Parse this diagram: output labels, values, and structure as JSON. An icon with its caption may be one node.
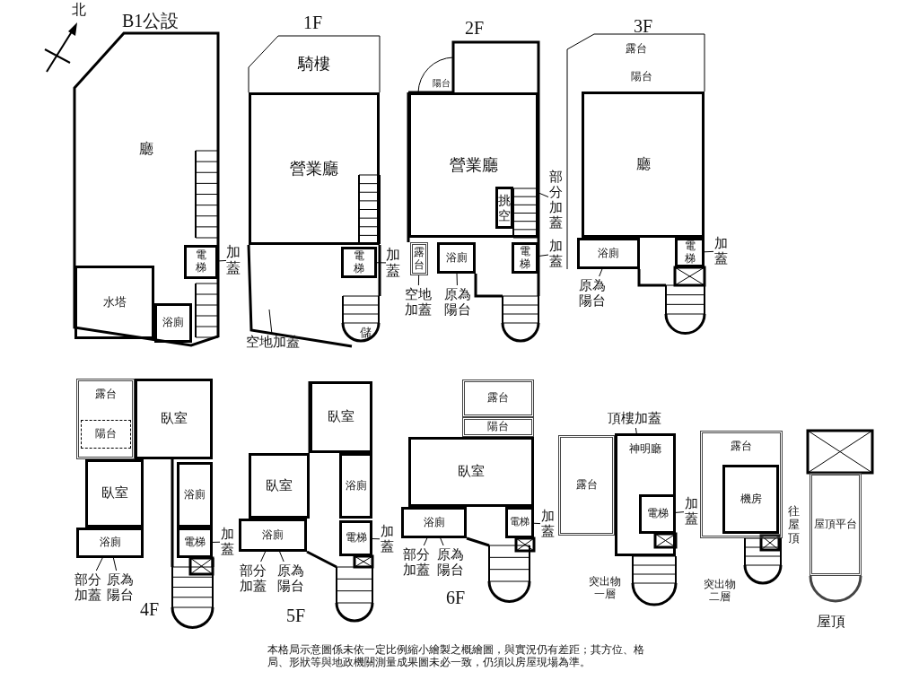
{
  "diagram": {
    "caption": "本格局示意圖係未依一定比例縮小繪製之概繪圖，與實況仍有差距；其方位、格局、形狀等與地政機關測量成果圖未必一致，仍須以房屋現場為準。",
    "nodes": [
      {
        "text": [
          "廳"
        ]
      },
      {
        "text": [
          "水塔"
        ]
      },
      {
        "text": [
          "電梯"
        ]
      },
      {
        "text": [
          "浴廁"
        ]
      },
      {
        "text": [
          "加蓋"
        ]
      },
      {
        "text": [
          "騎樓"
        ]
      },
      {
        "text": [
          "營業廳"
        ]
      },
      {
        "text": [
          "電梯"
        ]
      },
      {
        "text": [
          "儲"
        ]
      },
      {
        "text": [
          "加蓋"
        ]
      },
      {
        "text": [
          "空地加蓋"
        ]
      },
      {
        "text": [
          "陽台"
        ]
      },
      {
        "text": [
          "營業廳"
        ]
      },
      {
        "text": [
          "挑空"
        ],
        "in": 12
      },
      {
        "text": [
          "露台"
        ]
      },
      {
        "text": [
          "浴廁"
        ]
      },
      {
        "text": [
          "電梯"
        ]
      },
      {
        "text": [
          "部分加蓋"
        ]
      },
      {
        "text": [
          "加蓋"
        ]
      },
      {
        "text": [
          "空地加蓋"
        ]
      },
      {
        "text": [
          "原為陽台"
        ]
      },
      {
        "text": [
          "露台"
        ]
      },
      {
        "text": [
          "陽台"
        ]
      },
      {
        "text": [
          "廳"
        ]
      },
      {
        "text": [
          "浴廁"
        ]
      },
      {
        "text": [
          "電梯"
        ]
      },
      {
        "text": [
          "加蓋"
        ]
      },
      {
        "text": [
          "原為陽台"
        ]
      },
      {
        "text": [
          "露台"
        ]
      },
      {
        "text": [
          "陽台"
        ],
        "in": 28
      },
      {
        "text": [
          "臥室"
        ]
      },
      {
        "text": [
          "臥室"
        ]
      },
      {
        "text": [
          "浴廁"
        ]
      },
      {
        "text": [
          "浴廁"
        ]
      },
      {
        "text": [
          "電梯"
        ]
      },
      {
        "text": [
          "加蓋"
        ]
      },
      {
        "text": [
          "部分加蓋"
        ]
      },
      {
        "text": [
          "原為陽台"
        ]
      },
      {
        "text": [
          "臥室"
        ]
      },
      {
        "text": [
          "臥室"
        ]
      },
      {
        "text": [
          "浴廁"
        ]
      },
      {
        "text": [
          "浴廁"
        ]
      },
      {
        "text": [
          "電梯"
        ]
      },
      {
        "text": [
          "加蓋"
        ]
      },
      {
        "text": [
          "部分加蓋"
        ]
      },
      {
        "text": [
          "原為陽台"
        ]
      },
      {
        "text": [
          "露台"
        ]
      },
      {
        "text": [
          "陽台"
        ]
      },
      {
        "text": [
          "臥室"
        ]
      },
      {
        "text": [
          "浴廁"
        ]
      },
      {
        "text": [
          "電梯"
        ]
      },
      {
        "text": [
          "加蓋"
        ]
      },
      {
        "text": [
          "部分加蓋"
        ]
      },
      {
        "text": [
          "原為陽台"
        ]
      },
      {
        "text": [
          "頂樓加蓋"
        ]
      },
      {
        "text": [
          "露台"
        ]
      },
      {
        "text": [
          "神明廳"
        ]
      },
      {
        "text": [
          "電梯"
        ],
        "in": 56
      },
      {
        "text": [
          "加蓋"
        ]
      },
      {
        "text": [
          "露台"
        ]
      },
      {
        "text": [
          "機房"
        ],
        "in": 59
      },
      {
        "text": [
          "屋頂平台"
        ]
      }
    ],
    "edges": [
      {
        "from": 4,
        "to": 2,
        "arrow": "none"
      },
      {
        "from": 9,
        "to": 7,
        "arrow": "none"
      },
      {
        "from": 10,
        "to": null,
        "arrow": "none"
      },
      {
        "from": 17,
        "to": 12,
        "arrow": "none"
      },
      {
        "from": 18,
        "to": 16,
        "arrow": "none"
      },
      {
        "from": 19,
        "to": 14,
        "arrow": "none"
      },
      {
        "from": 20,
        "to": 15,
        "arrow": "none"
      },
      {
        "from": 26,
        "to": 25,
        "arrow": "none"
      },
      {
        "from": 27,
        "to": 24,
        "arrow": "none"
      },
      {
        "from": 35,
        "to": 34,
        "arrow": "none"
      },
      {
        "from": 36,
        "to": 33,
        "arrow": "none"
      },
      {
        "from": 37,
        "to": 33,
        "arrow": "none"
      },
      {
        "from": 43,
        "to": 42,
        "arrow": "none"
      },
      {
        "from": 44,
        "to": 41,
        "arrow": "none"
      },
      {
        "from": 45,
        "to": 41,
        "arrow": "none"
      },
      {
        "from": 51,
        "to": 50,
        "arrow": "none"
      },
      {
        "from": 52,
        "to": 49,
        "arrow": "none"
      },
      {
        "from": 53,
        "to": 49,
        "arrow": "none"
      },
      {
        "from": 54,
        "to": 56,
        "arrow": "none"
      },
      {
        "from": 58,
        "to": 57,
        "arrow": "none"
      }
    ],
    "labels": [
      "北",
      "B1公設",
      "1F",
      "2F",
      "3F",
      "4F",
      "5F",
      "6F",
      "突出物一層",
      "往屋頂",
      "突出物二層",
      "屋頂"
    ]
  }
}
